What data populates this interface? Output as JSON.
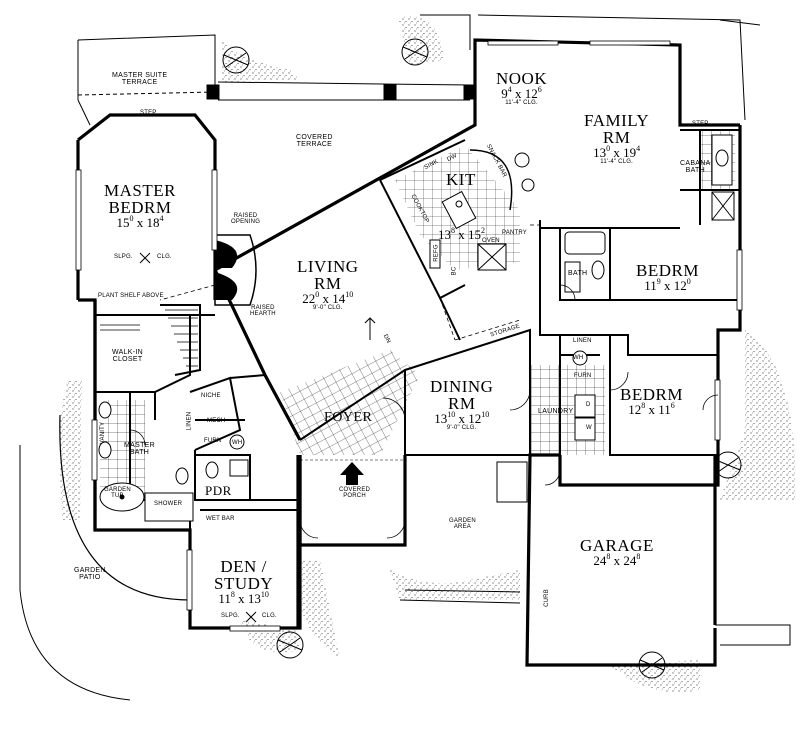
{
  "rooms": {
    "master_suite_terrace": {
      "line1": "MASTER SUITE",
      "line2": "TERRACE"
    },
    "step_top": "STEP",
    "covered_terrace": {
      "line1": "COVERED",
      "line2": "TERRACE"
    },
    "nook": {
      "name": "NOOK",
      "w_ft": "9",
      "w_in": "4",
      "d_ft": "12",
      "d_in": "6",
      "ceiling": "11'-4\" CLG."
    },
    "family": {
      "line1": "FAMILY",
      "line2": "RM",
      "w_ft": "13",
      "w_in": "0",
      "d_ft": "19",
      "d_in": "4",
      "ceiling": "11'-4\" CLG."
    },
    "master_bedroom": {
      "line1": "MASTER",
      "line2": "BEDRM",
      "w_ft": "15",
      "w_in": "0",
      "d_ft": "18",
      "d_in": "4",
      "note": "SLPG.",
      "note2": "CLG."
    },
    "kitchen": {
      "name": "KIT",
      "w_ft": "13",
      "w_in": "8",
      "d_ft": "15",
      "d_in": "2"
    },
    "living": {
      "line1": "LIVING",
      "line2": "RM",
      "w_ft": "22",
      "w_in": "0",
      "d_ft": "14",
      "d_in": "10",
      "ceiling": "9'-0\" CLG."
    },
    "bedroom2": {
      "name": "BEDRM",
      "w_ft": "11",
      "w_in": "9",
      "d_ft": "12",
      "d_in": "0"
    },
    "bedroom3": {
      "name": "BEDRM",
      "w_ft": "12",
      "w_in": "8",
      "d_ft": "11",
      "d_in": "6"
    },
    "dining": {
      "line1": "DINING",
      "line2": "RM",
      "w_ft": "13",
      "w_in": "10",
      "d_ft": "12",
      "d_in": "10",
      "ceiling": "9'-0\" CLG."
    },
    "foyer": "FOYER",
    "den": {
      "line1": "DEN /",
      "line2": "STUDY",
      "w_ft": "11",
      "w_in": "8",
      "d_ft": "13",
      "d_in": "10",
      "note": "SLPG.",
      "note2": "CLG."
    },
    "garage": {
      "name": "GARAGE",
      "w_ft": "24",
      "w_in": "8",
      "d_ft": "24",
      "d_in": "8"
    },
    "master_bath": {
      "line1": "MASTER",
      "line2": "BATH"
    },
    "pdr": "PDR",
    "walk_in_closet": {
      "line1": "WALK-IN",
      "line2": "CLOSET"
    },
    "garden_patio": {
      "line1": "GARDEN",
      "line2": "PATIO"
    },
    "garden_area": {
      "line1": "GARDEN",
      "line2": "AREA"
    },
    "covered_porch": {
      "line1": "COVERED",
      "line2": "PORCH"
    },
    "cabana_bath": {
      "line1": "CABANA",
      "line2": "BATH"
    },
    "bath": "BATH",
    "laundry": "LAUNDRY",
    "storage": "STORAGE",
    "linen_upper": "LINEN",
    "linen_left": "LINEN",
    "wh_upper": "WH",
    "wh_lower": "WH",
    "furn_upper": "FURN",
    "furn_lower": "FURN",
    "mech": "MECH",
    "niche": "NICHE",
    "vanity": "VANITY",
    "garden_tub": {
      "line1": "GARDEN",
      "line2": "TUB"
    },
    "shower": "SHOWER",
    "wet_bar": "WET BAR",
    "raised_opening": {
      "line1": "RAISED",
      "line2": "OPENING"
    },
    "raised_hearth": {
      "line1": "RAISED",
      "line2": "HEARTH"
    },
    "plant_shelf": "PLANT SHELF ABOVE",
    "step_right": "STEP",
    "sink": "SINK",
    "dw": "DW",
    "snack_bar": "SNACK BAR",
    "cooktop": "COOKTOP",
    "oven": "OVEN",
    "pantry": "PANTRY",
    "refrig": "REFG",
    "bc": "BC",
    "dn": "DN",
    "curb": "CURB",
    "d_label": "D",
    "w_label": "W"
  }
}
